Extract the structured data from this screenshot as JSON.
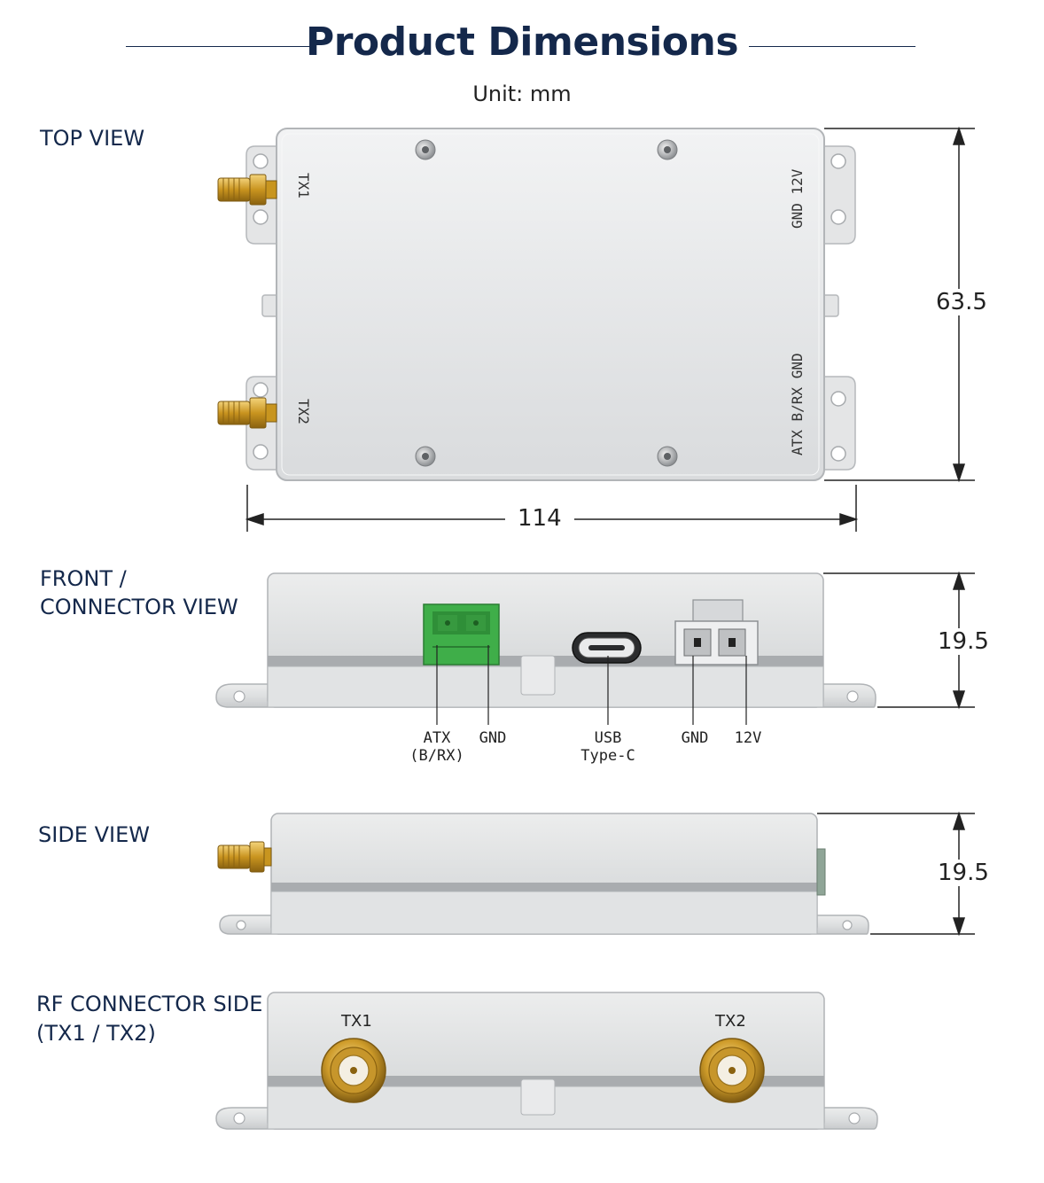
{
  "header": {
    "title": "Product Dimensions",
    "unit": "Unit: mm"
  },
  "sections": {
    "top_view": "TOP VIEW",
    "front_view_line1": "FRONT /",
    "front_view_line2": "CONNECTOR VIEW",
    "side_view": "SIDE VIEW",
    "rf_side_line1": "RF CONNECTOR SIDE",
    "rf_side_line2": "(TX1 / TX2)"
  },
  "top_view": {
    "tx1": "TX1",
    "tx2": "TX2",
    "power_pins": "GND 12V",
    "signal_pins": "ATX B/RX GND",
    "width": "114",
    "depth": "63.5"
  },
  "front_view": {
    "height": "19.5",
    "pins": [
      {
        "line1": "ATX",
        "line2": "(B/RX)"
      },
      {
        "line1": "GND",
        "line2": ""
      },
      {
        "line1": "USB",
        "line2": "Type-C"
      },
      {
        "line1": "GND",
        "line2": ""
      },
      {
        "line1": "12V",
        "line2": ""
      }
    ]
  },
  "side_view": {
    "height": "19.5"
  },
  "rf_view": {
    "tx1": "TX1",
    "tx2": "TX2"
  },
  "colors": {
    "title": "#14284b",
    "housing": "#e6e7e8",
    "housing_edge": "#b9bcbf",
    "gold": "#d4a12a",
    "terminal_green": "#3fae49"
  }
}
